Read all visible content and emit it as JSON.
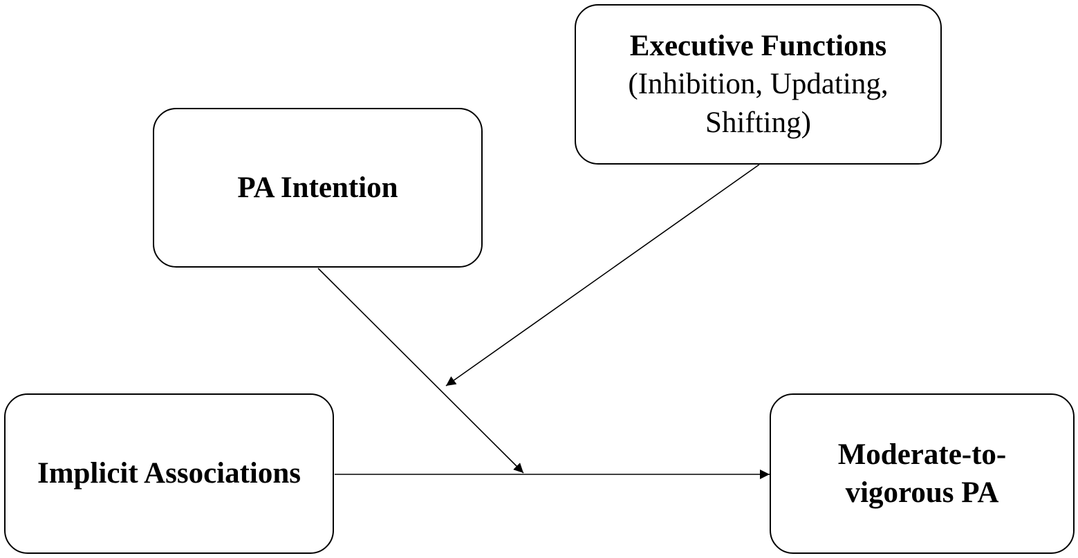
{
  "nodes": {
    "pa_intention": {
      "title": "PA Intention"
    },
    "executive_functions": {
      "title": "Executive Functions",
      "subtitle_line1": "(Inhibition, Updating,",
      "subtitle_line2": "Shifting)"
    },
    "implicit_associations": {
      "title": "Implicit Associations"
    },
    "mvpa": {
      "line1": "Moderate-to-",
      "line2": "vigorous PA"
    }
  },
  "edges": [
    {
      "from": "implicit_associations",
      "to": "mvpa"
    },
    {
      "from": "pa_intention",
      "to": "implicit_associations→mvpa"
    },
    {
      "from": "executive_functions",
      "to": "pa_intention→path"
    }
  ],
  "colors": {
    "stroke": "#000000",
    "background": "#ffffff"
  }
}
